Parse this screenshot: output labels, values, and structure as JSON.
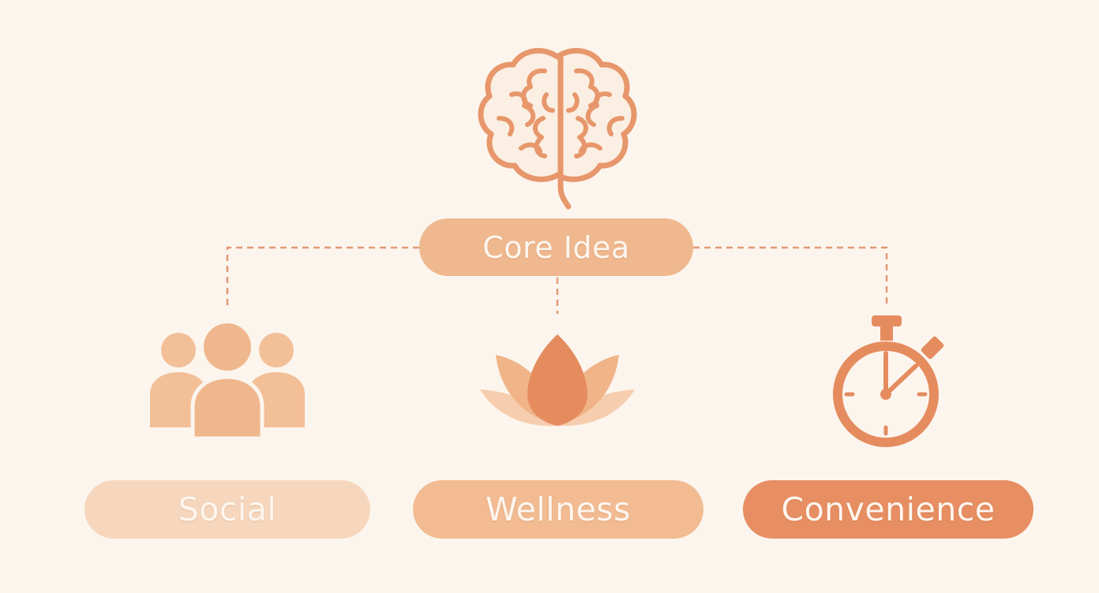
{
  "core": {
    "label": "Core Idea",
    "icon": "brain-icon",
    "color": "#efb88e"
  },
  "branches": [
    {
      "label": "Social",
      "icon": "people-icon",
      "color": "#f6d7bd"
    },
    {
      "label": "Wellness",
      "icon": "lotus-icon",
      "color": "#f2bb92"
    },
    {
      "label": "Convenience",
      "icon": "stopwatch-icon",
      "color": "#e78e62"
    }
  ],
  "colors": {
    "background": "#fcf5ee",
    "connector": "#e19a74",
    "text": "#fdf6ef"
  }
}
